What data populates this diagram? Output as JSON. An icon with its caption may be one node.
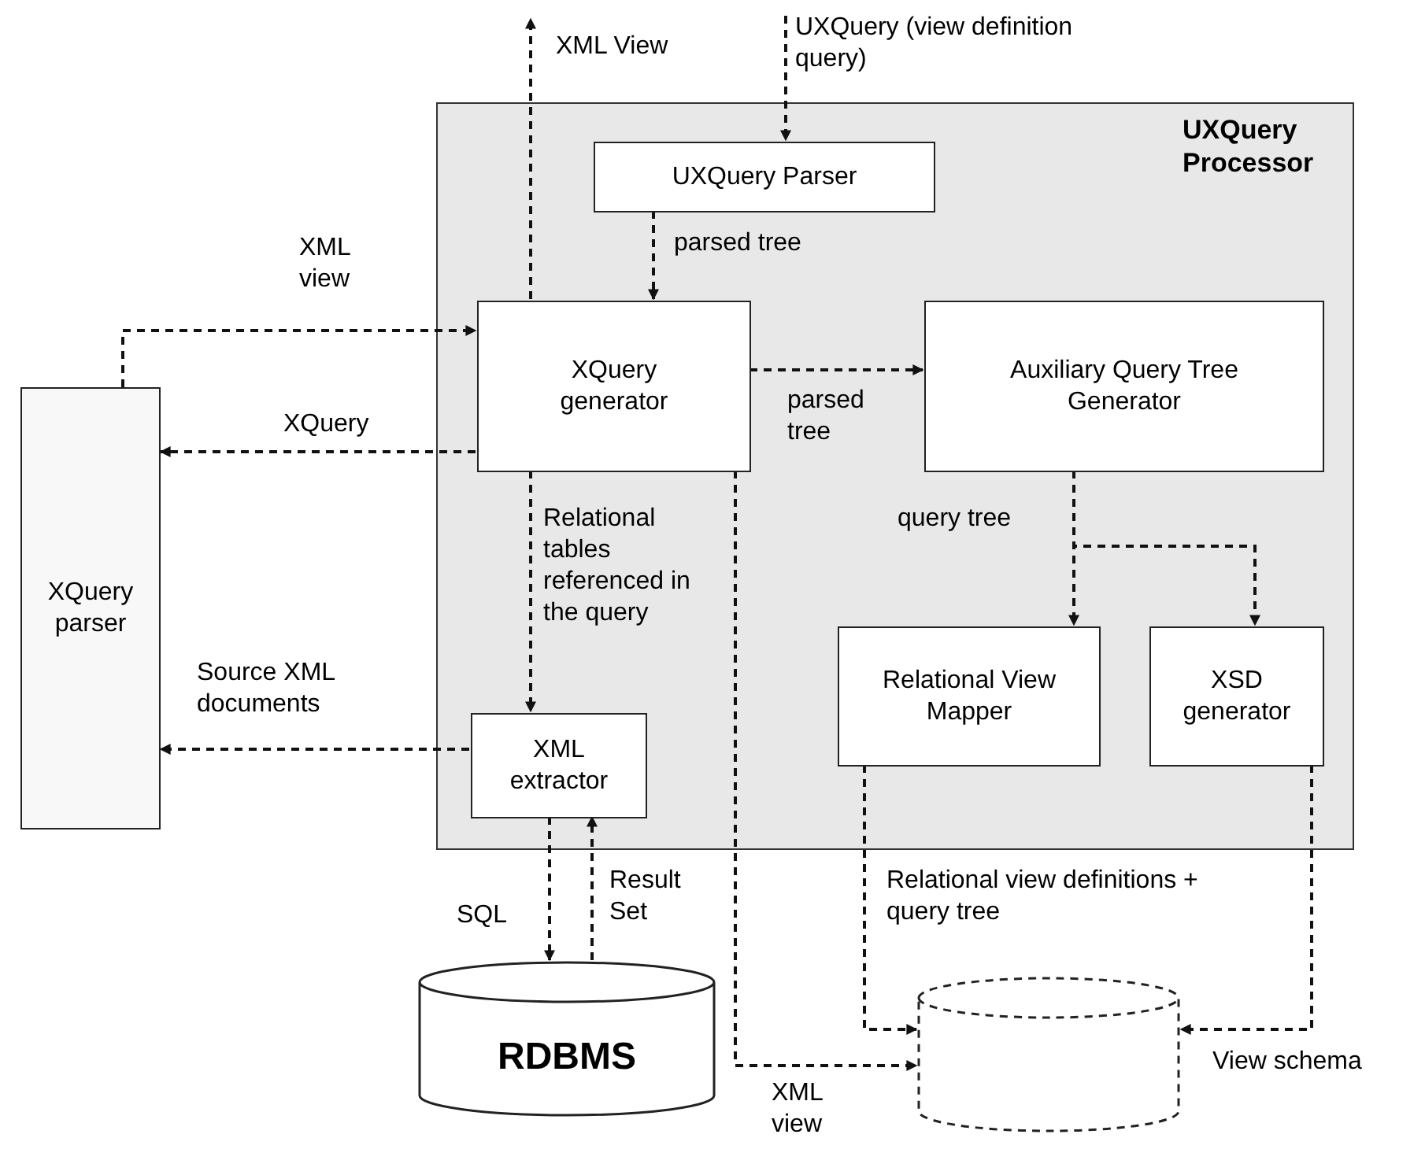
{
  "diagram": {
    "nodes": [
      {
        "text": [
          "UXQuery Processor"
        ]
      },
      {
        "text": [
          "UXQuery Parser"
        ],
        "in": 0
      },
      {
        "text": [
          "XQuery generator"
        ],
        "in": 0
      },
      {
        "text": [
          "Auxiliary Query Tree Generator"
        ],
        "in": 0
      },
      {
        "text": [
          "Relational View Mapper"
        ],
        "in": 0
      },
      {
        "text": [
          "XSD generator"
        ],
        "in": 0
      },
      {
        "text": [
          "XML extractor"
        ],
        "in": 0
      },
      {
        "text": [
          "XQuery parser"
        ]
      },
      {
        "text": [
          "RDBMS"
        ]
      },
      {
        "text": [],
        "shape": "cylinder"
      }
    ],
    "edges": [
      {
        "from": 2,
        "to": null,
        "arrow": "to",
        "label": "XML View"
      },
      {
        "from": null,
        "to": 1,
        "arrow": "to",
        "label": "UXQuery (view definition query)"
      },
      {
        "from": 1,
        "to": 2,
        "arrow": "to",
        "label": "parsed tree"
      },
      {
        "from": 7,
        "to": 2,
        "arrow": "to",
        "label": "XML view"
      },
      {
        "from": 2,
        "to": 7,
        "arrow": "to",
        "label": "XQuery"
      },
      {
        "from": 2,
        "to": 3,
        "arrow": "to",
        "label": "parsed tree"
      },
      {
        "from": 2,
        "to": 6,
        "arrow": "to",
        "label": "Relational tables referenced in the query"
      },
      {
        "from": 6,
        "to": 7,
        "arrow": "to",
        "label": "Source XML documents"
      },
      {
        "from": 3,
        "to": 4,
        "arrow": "to",
        "label": "query tree"
      },
      {
        "from": 3,
        "to": 5,
        "arrow": "to"
      },
      {
        "from": 6,
        "to": 8,
        "arrow": "to",
        "label": "SQL"
      },
      {
        "from": 8,
        "to": 6,
        "arrow": "to",
        "label": "Result Set"
      },
      {
        "from": 2,
        "to": 9,
        "arrow": "to",
        "label": "XML view"
      },
      {
        "from": 4,
        "to": 9,
        "arrow": "to",
        "label": "Relational view definitions + query tree"
      },
      {
        "from": 5,
        "to": 9,
        "arrow": "to",
        "label": "View schema"
      }
    ]
  }
}
